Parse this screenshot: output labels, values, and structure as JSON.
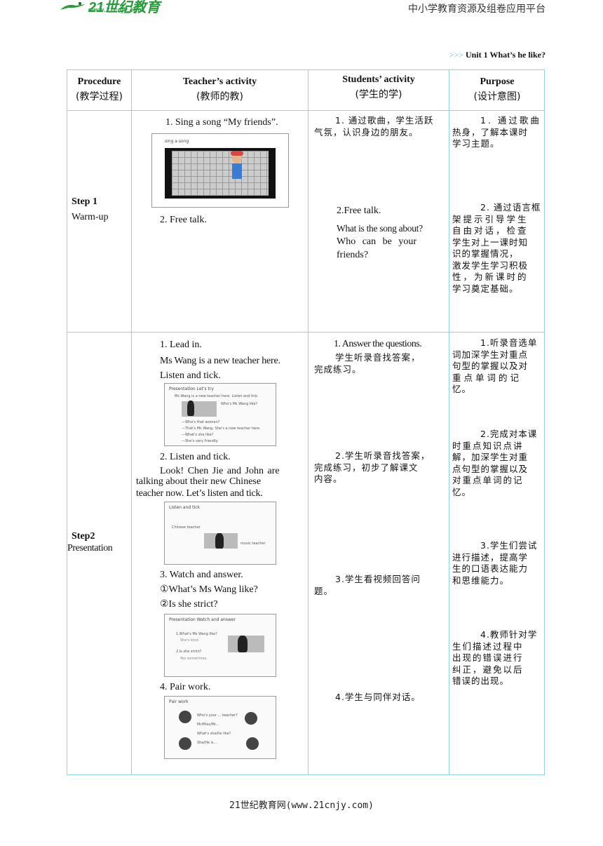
{
  "header": {
    "logo_text": "21世纪教育",
    "logo_url": "www.21cnjy.com",
    "platform": "中小学教育资源及组卷应用平台",
    "unit_arrows": ">>>",
    "unit_title": "Unit 1    What’s he like?"
  },
  "table": {
    "headers": [
      {
        "en": "Procedure",
        "cn": "(教学过程)"
      },
      {
        "en": "Teacher’s activity",
        "cn": "(教师的教)"
      },
      {
        "en": "Students’ activity",
        "cn": "(学生的学)"
      },
      {
        "en": "Purpose",
        "cn": "(设计意图)"
      }
    ],
    "warmup": {
      "step": "Step 1",
      "name": "Warm-up",
      "teacher": {
        "sing": "1. Sing a song “My friends”.",
        "thumb_label": "sing a song",
        "free_talk": "2. Free talk."
      },
      "students": {
        "s1_l1": "1. 通过歌曲，学生活跃",
        "s1_l2": "气氛，认识身边的朋友。",
        "s2_title": "2.Free talk.",
        "s2_q1": "What is the song about?",
        "s2_q2": "Who can be your",
        "s2_q3": "friends?"
      },
      "purpose": {
        "p1": [
          "1. 通过歌曲",
          "热身，了解本课时",
          "学习主题。"
        ],
        "p2": [
          "2. 通过语言框",
          "架提示引导学生",
          "自由对话，检查",
          "学生对上一课时知",
          "识的掌握情况，",
          "激发学生学习积极",
          "性，为新课时的",
          "学习奠定基础。"
        ]
      }
    },
    "presentation": {
      "step": "Step2",
      "name": "Presentation",
      "teacher": {
        "lead_in": "1. Lead in.",
        "lead_l1": "Ms Wang is a new teacher here.",
        "lead_l2": "Listen and tick.",
        "thumb1_cap": "Presentation   Let's try",
        "thumb1_l1": "Ms Wang is a new teacher here. Listen and tick.",
        "thumb1_q": "Who's Ms Wang like?",
        "thumb1_d1": "—Who's that woman?",
        "thumb1_d2": "—That's Ms Wang. She's a new teacher here.",
        "thumb1_d3": "—What's she like?",
        "thumb1_d4": "—She's very friendly.",
        "listen": "2. Listen and tick.",
        "listen_l1": "Look!  Chen  Jie  and  John  are",
        "listen_l2": "talking about their new Chinese",
        "listen_l3": "teacher now. Let’s listen and tick.",
        "thumb2_cap": "Listen and tick",
        "thumb2_a": "Chinese teacher",
        "thumb2_b": "music teacher",
        "watch": "3. Watch and answer.",
        "watch_q1": "①What’s Ms Wang like?",
        "watch_q2": "②Is she strict?",
        "thumb3_cap": "Presentation   Watch and answer",
        "thumb3_q1": "1.What's Ms Wang like?",
        "thumb3_a1": "She's kind.",
        "thumb3_q2": "2.Is she strict?",
        "thumb3_a2": "Yes sometimes.",
        "pair": "4. Pair work.",
        "thumb4_cap": "Pair work",
        "thumb4_l1": "Who's your ... teacher?",
        "thumb4_l2": "Mr/Miss/Mr...",
        "thumb4_l3": "What's she/he like?",
        "thumb4_l4": "She/He is..."
      },
      "students": {
        "s1_title": "1. Answer the questions.",
        "s1_l1": "学生听录音找答案，",
        "s1_l2": "完成练习。",
        "s2_l1": "2.学生听录音找答案，",
        "s2_l2": "完成练习，初步了解课文",
        "s2_l3": "内容。",
        "s3_l1": "3.学生看视频回答问",
        "s3_l2": "题。",
        "s4": "4.学生与同伴对话。"
      },
      "purpose": {
        "p1": [
          "1.听录音选单",
          "词加深学生对重点",
          "句型的掌握以及对",
          "重点单词的记",
          "忆。"
        ],
        "p2": [
          "2.完成对本课",
          "时重点知识点讲",
          "解，加深学生对重",
          "点句型的掌握以及",
          "对重点单词的记",
          "忆。"
        ],
        "p3": [
          "3.学生们尝试",
          "进行描述，提高学",
          "生的口语表达能力",
          "和思维能力。"
        ],
        "p4": [
          "4.教师针对学",
          "生们描述过程中",
          "出现的错误进行",
          "纠正，避免以后",
          "错误的出现。"
        ]
      }
    }
  },
  "footer": "21世纪教育网(www.21cnjy.com)",
  "colors": {
    "border": "#8fd4e4",
    "brand": "#2a9b3c"
  }
}
